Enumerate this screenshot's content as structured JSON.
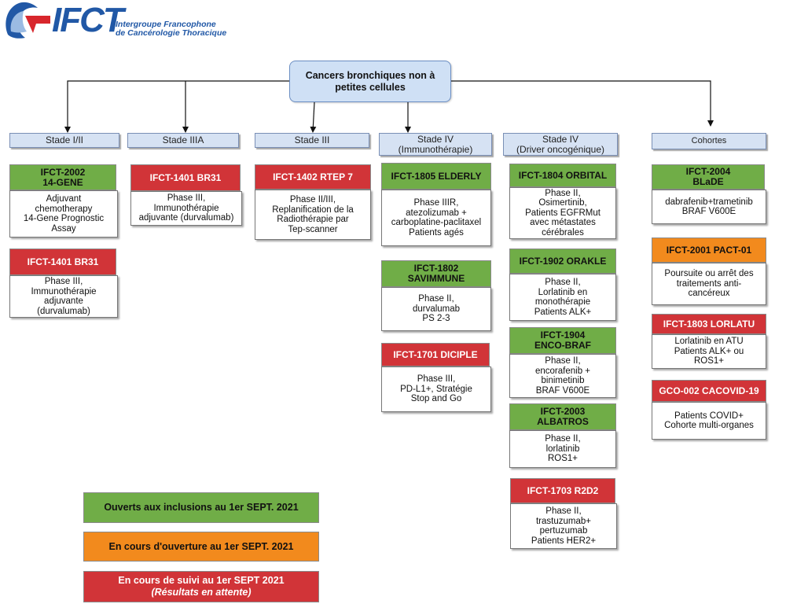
{
  "logo": {
    "wordmark": "IFCT",
    "tagline_line1": "Intergroupe Francophone",
    "tagline_line2": "de Cancérologie Thoracique"
  },
  "root": {
    "label": "Cancers bronchiques non à\npetites cellules"
  },
  "stages": [
    {
      "label": "Stade I/II"
    },
    {
      "label": "Stade IIIA"
    },
    {
      "label": "Stade III"
    },
    {
      "label": "Stade IV\n(Immunothérapie)"
    },
    {
      "label": "Stade IV\n(Driver oncogénique)"
    },
    {
      "label": "Cohortes"
    }
  ],
  "trials": [
    {
      "title": "IFCT-2002\n14-GENE",
      "status": "open",
      "body": "Adjuvant\nchemotherapy\n14-Gene Prognostic\nAssay"
    },
    {
      "title": "IFCT-1401 BR31",
      "status": "follow_up",
      "body": "Phase III,\nImmunothérapie\nadjuvante\n(durvalumab)"
    },
    {
      "title": "IFCT-1401 BR31",
      "status": "follow_up",
      "body": "Phase III,\nImmunothérapie\nadjuvante (durvalumab)"
    },
    {
      "title": "IFCT-1402 RTEP 7",
      "status": "follow_up",
      "body": "Phase II/III,\nReplanification de la\nRadiothérapie par\nTep-scanner"
    },
    {
      "title": "IFCT-1805 ELDERLY",
      "status": "open",
      "body": "Phase IIIR,\natezolizumab +\ncarboplatine-paclitaxel\nPatients agés"
    },
    {
      "title": "IFCT-1802\nSAVIMMUNE",
      "status": "open",
      "body": "Phase II,\ndurvalumab\nPS 2-3"
    },
    {
      "title": "IFCT-1701 DICIPLE",
      "status": "follow_up",
      "body": "Phase III,\nPD-L1+, Stratégie\nStop and Go"
    },
    {
      "title": "IFCT-1804 ORBITAL",
      "status": "open",
      "body": "Phase II,\nOsimertinib,\nPatients EGFRMut\navec métastates\ncérébrales"
    },
    {
      "title": "IFCT-1902 ORAKLE",
      "status": "open",
      "body": "Phase II,\nLorlatinib en\nmonothérapie\nPatients ALK+"
    },
    {
      "title": "IFCT-1904\nENCO-BRAF",
      "status": "open",
      "body": "Phase II,\nencorafenib +\nbinimetinib\nBRAF V600E"
    },
    {
      "title": "IFCT-2003\nALBATROS",
      "status": "open",
      "body": "Phase II,\nlorlatinib\nROS1+"
    },
    {
      "title": "IFCT-1703 R2D2",
      "status": "follow_up",
      "body": "Phase II,\ntrastuzumab+\npertuzumab\nPatients HER2+"
    },
    {
      "title": "IFCT-2004\nBLaDE",
      "status": "open",
      "body": "dabrafenib+trametinib\nBRAF V600E"
    },
    {
      "title": "IFCT-2001 PACT-01",
      "status": "opening",
      "body": "Poursuite ou arrêt des\ntraitements anti-\ncancéreux"
    },
    {
      "title": "IFCT-1803 LORLATU",
      "status": "follow_up",
      "body": "Lorlatinib en ATU\nPatients ALK+ ou\nROS1+"
    },
    {
      "title": "GCO-002 CACOVID-19",
      "status": "follow_up",
      "body": "Patients COVID+\nCohorte multi-organes"
    }
  ],
  "legend": [
    {
      "status": "open",
      "label": "Ouverts aux inclusions au 1er SEPT. 2021",
      "sub": ""
    },
    {
      "status": "opening",
      "label": "En cours d'ouverture au 1er SEPT. 2021",
      "sub": ""
    },
    {
      "status": "follow_up",
      "label": "En cours de suivi au 1er SEPT 2021",
      "sub": "(Résultats en attente)"
    }
  ],
  "colors": {
    "open": "#70ad47",
    "opening": "#f28a1d",
    "follow_up": "#d13438",
    "stage_fill": "#d6e2f3",
    "root_fill": "#cfe0f5",
    "brand": "#2158a6"
  }
}
